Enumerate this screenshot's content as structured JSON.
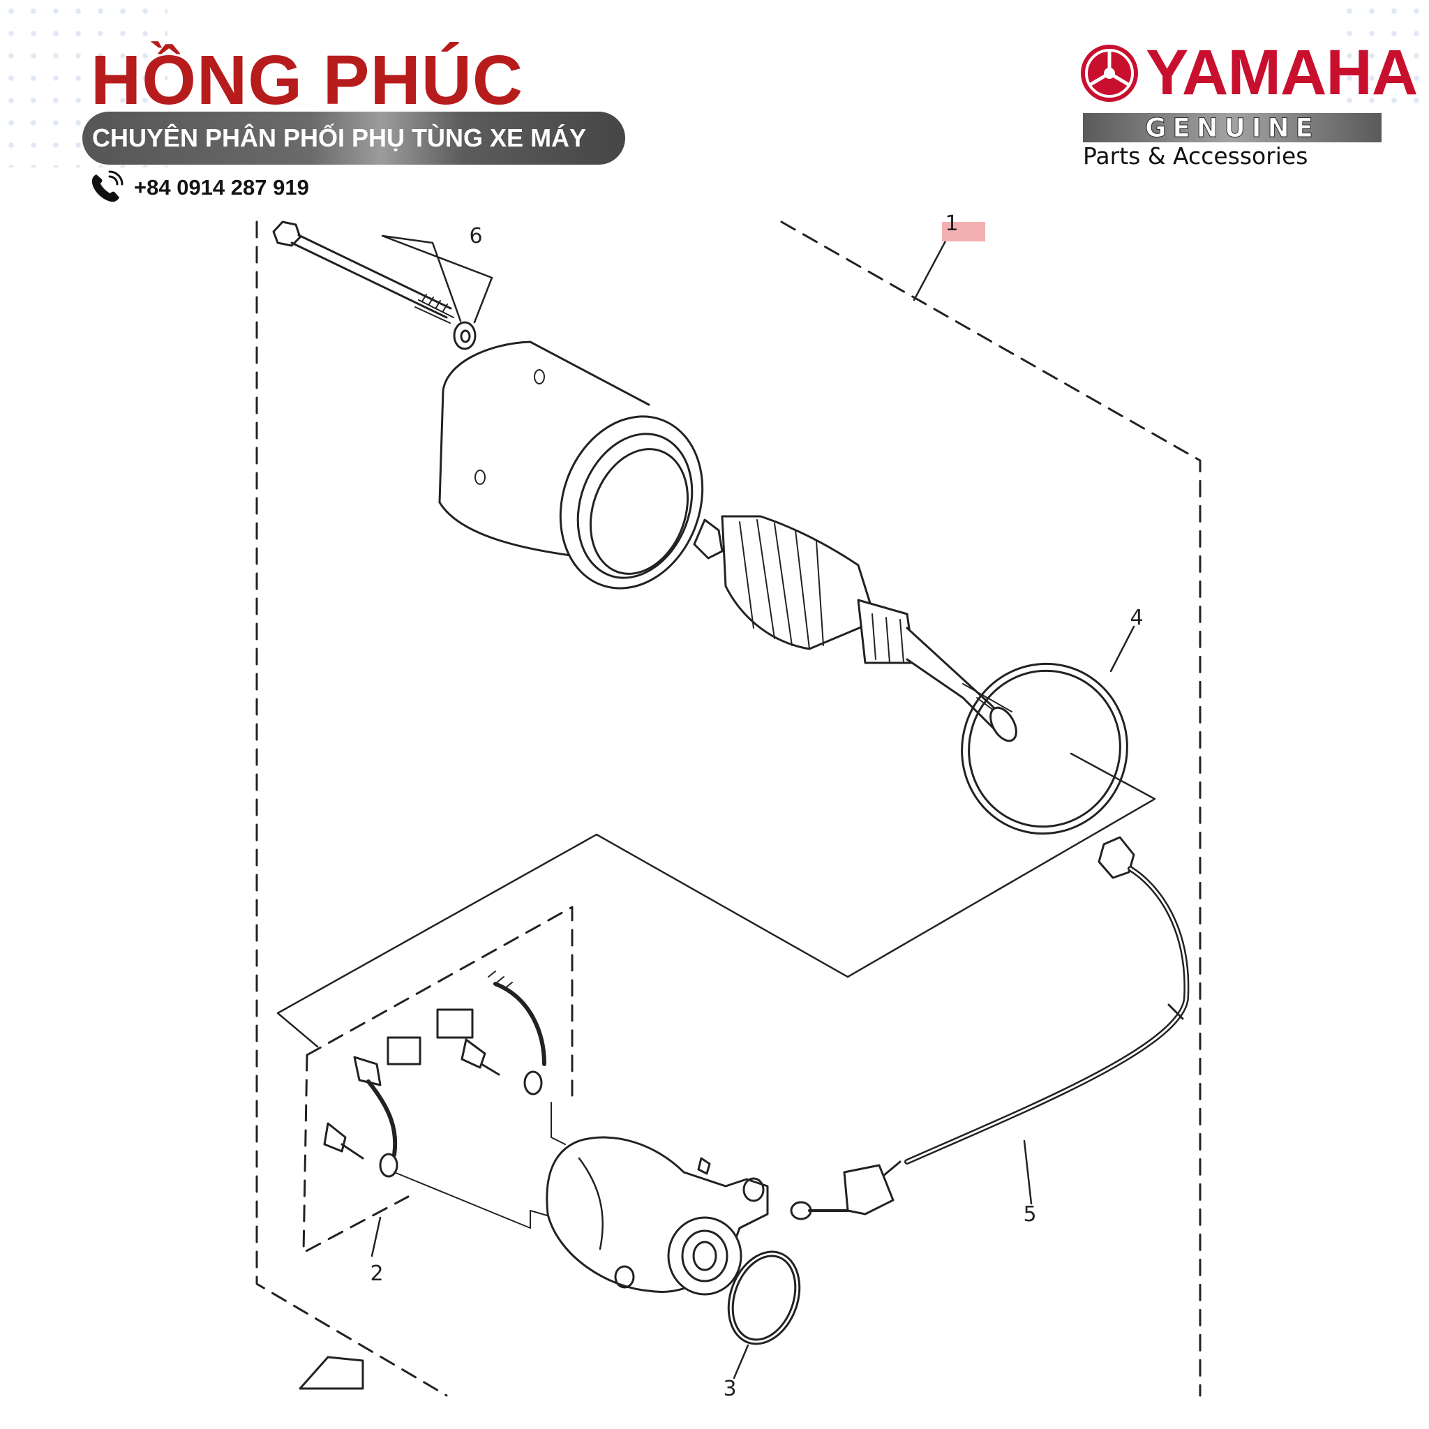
{
  "header": {
    "brand_name": "HỒNG PHÚC",
    "tagline": "CHUYÊN PHÂN PHỐI PHỤ TÙNG XE MÁY",
    "phone": "+84 0914 287 919",
    "phone_icon": "phone-ringing-icon"
  },
  "logo": {
    "emblem_icon": "yamaha-tuning-fork-emblem",
    "wordmark": "YAMAHA",
    "genuine": "GENUINE",
    "tagline": "Parts & Accessories"
  },
  "diagram": {
    "callouts": [
      "1",
      "2",
      "3",
      "4",
      "5",
      "6"
    ]
  },
  "colors": {
    "brand_red": "#b71c1c",
    "yamaha_red": "#c8102e",
    "tagline_bar": "#5f5f5f",
    "callout_highlight": "#f4b0b0",
    "line_art": "#222222"
  }
}
